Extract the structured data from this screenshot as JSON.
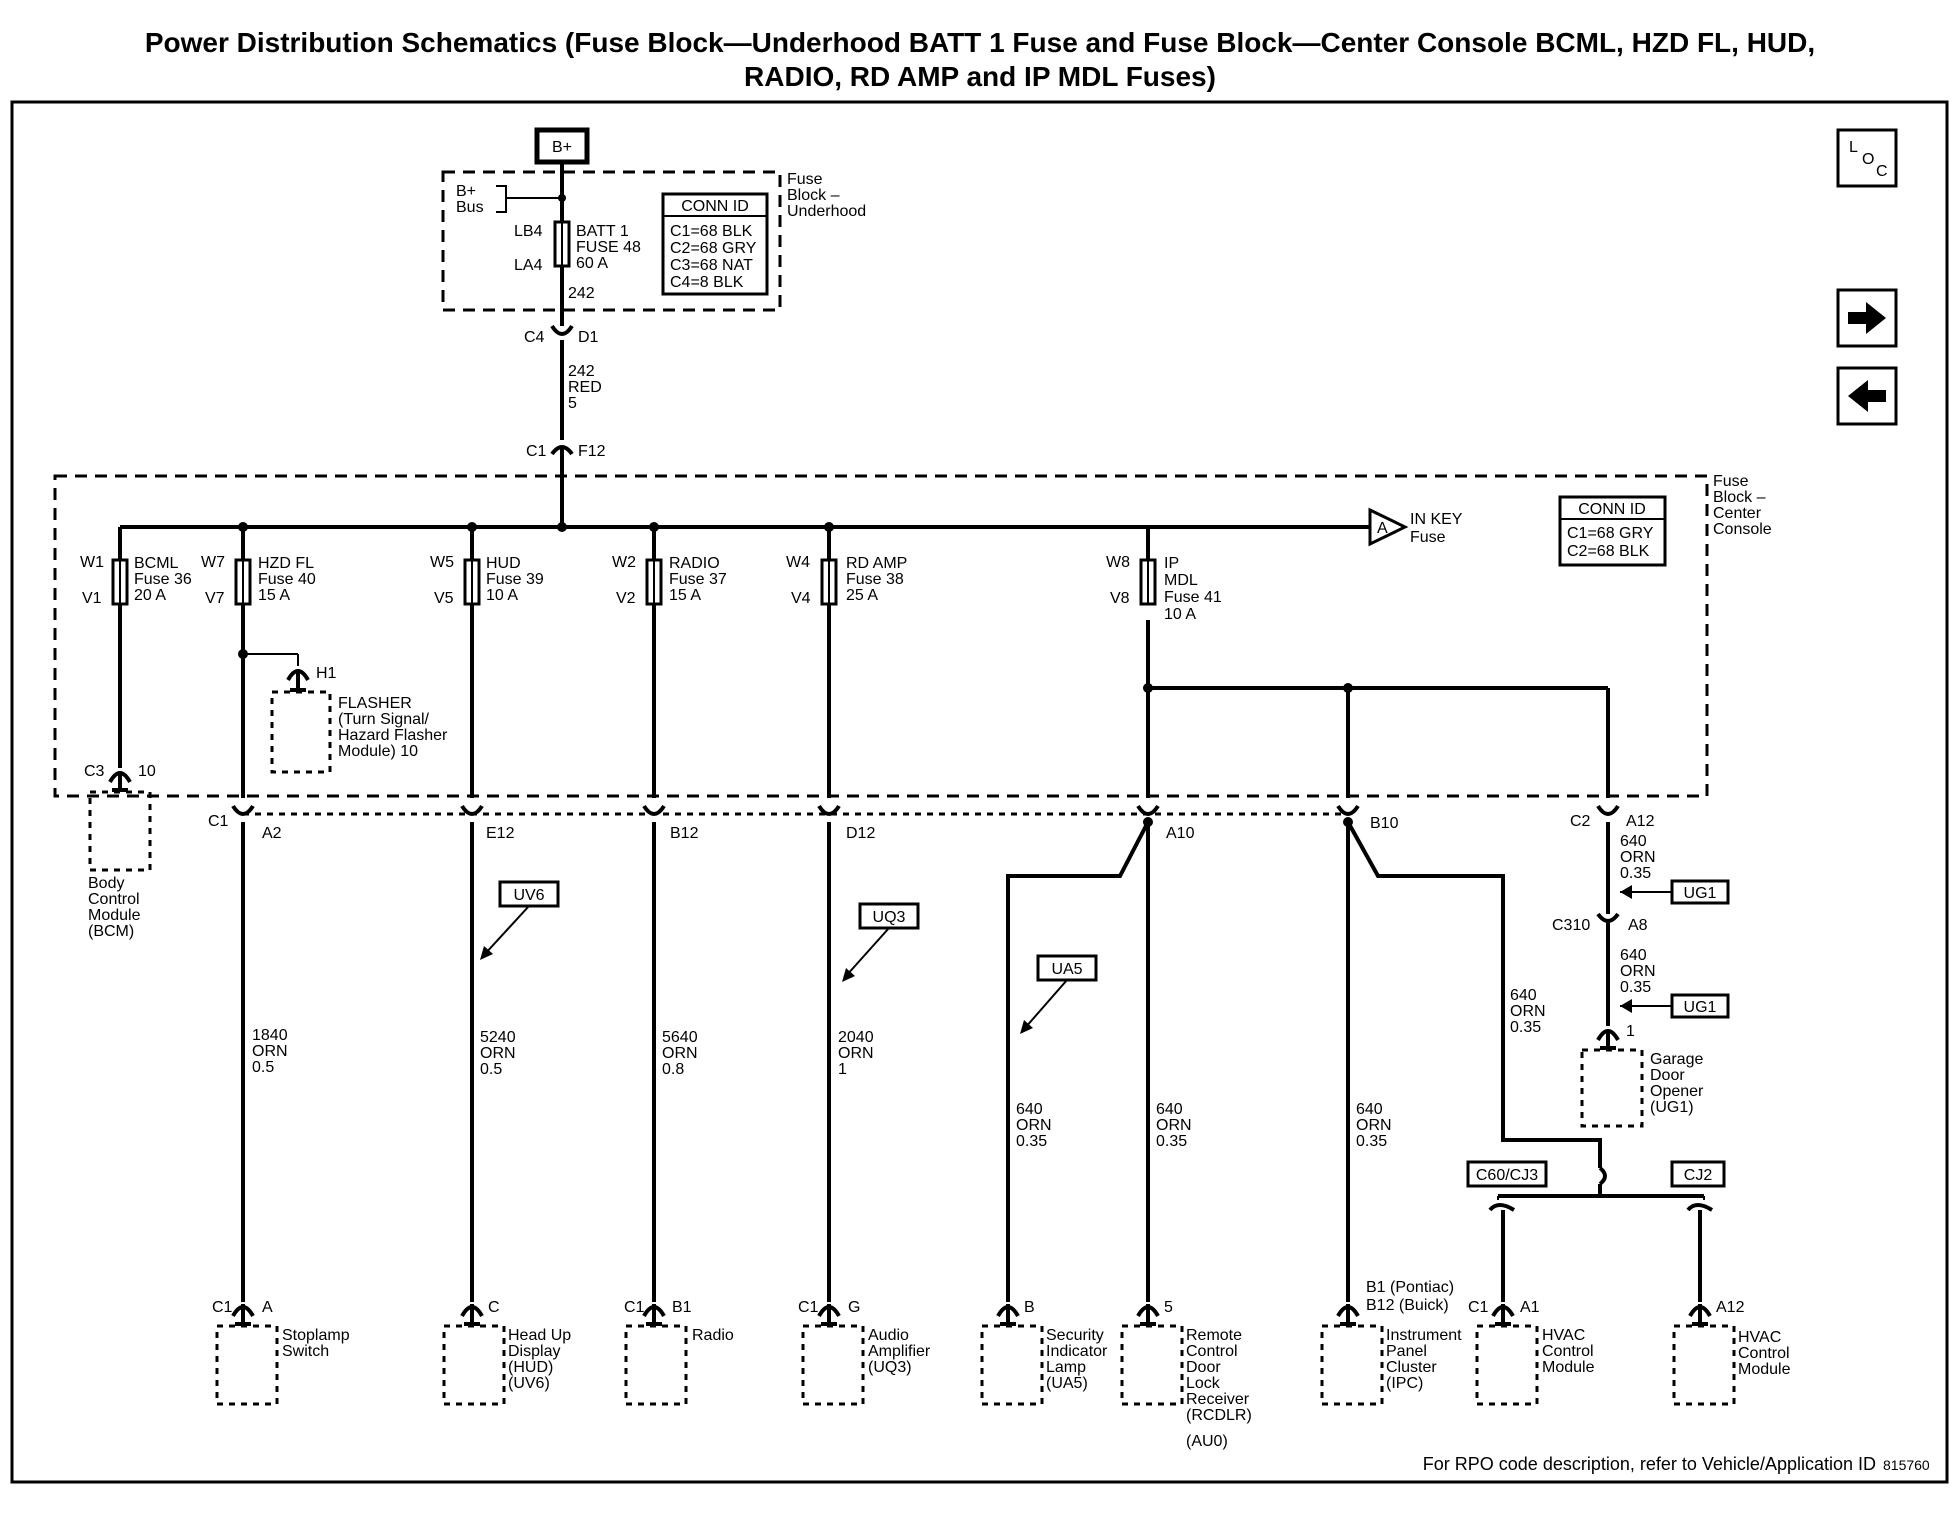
{
  "title": {
    "line1": "Power Distribution Schematics (Fuse Block—Underhood BATT 1 Fuse and Fuse Block—Center Console BCML, HZD FL, HUD,",
    "line2": "RADIO, RD AMP and IP MDL Fuses)"
  },
  "nav": {
    "loc_l": "L",
    "loc_o": "O",
    "loc_c": "C",
    "next_icon": "arrow-right",
    "prev_icon": "arrow-left"
  },
  "source": {
    "label": "B+",
    "bus_1": "B+",
    "bus_2": "Bus"
  },
  "underhood": {
    "label": [
      "Fuse",
      "Block –",
      "Underhood"
    ],
    "conn_title": "CONN ID",
    "conn": [
      "C1=68 BLK",
      "C2=68 GRY",
      "C3=68 NAT",
      "C4=8 BLK"
    ],
    "fuse_top": "LB4",
    "fuse_bottom": "LA4",
    "fuse_label": [
      "BATT 1",
      "FUSE 48",
      "60 A"
    ],
    "wire": "242"
  },
  "conn_c4": {
    "left": "C4",
    "right": "D1"
  },
  "feed_wire": [
    "242",
    "RED",
    "5"
  ],
  "conn_c1": {
    "left": "C1",
    "right": "F12"
  },
  "console": {
    "label": [
      "Fuse",
      "Block –",
      "Center",
      "Console"
    ],
    "conn_title": "CONN ID",
    "conn": [
      "C1=68 GRY",
      "C2=68 BLK"
    ],
    "in_key_letter": "A",
    "in_key": [
      "IN KEY",
      "Fuse"
    ]
  },
  "fuses": [
    {
      "top": "W1",
      "bottom": "V1",
      "label": [
        "BCML",
        "Fuse 36",
        "20 A"
      ]
    },
    {
      "top": "W7",
      "bottom": "V7",
      "label": [
        "HZD FL",
        "Fuse 40",
        "15 A"
      ]
    },
    {
      "top": "W5",
      "bottom": "V5",
      "label": [
        "HUD",
        "Fuse 39",
        "10 A"
      ]
    },
    {
      "top": "W2",
      "bottom": "V2",
      "label": [
        "RADIO",
        "Fuse 37",
        "15 A"
      ]
    },
    {
      "top": "W4",
      "bottom": "V4",
      "label": [
        "RD AMP",
        "Fuse 38",
        "25 A"
      ]
    },
    {
      "top": "W8",
      "bottom": "V8",
      "label": [
        "IP",
        "MDL",
        "Fuse 41",
        "10 A"
      ]
    }
  ],
  "flasher": {
    "pin": "H1",
    "label": [
      "FLASHER",
      "(Turn Signal/",
      "Hazard Flasher",
      "Module) 10"
    ]
  },
  "bcm": {
    "conn": "C3",
    "pin": "10",
    "label": [
      "Body",
      "Control",
      "Module",
      "(BCM)"
    ]
  },
  "c1_row": {
    "conn": "C1",
    "pins": [
      "A2",
      "E12",
      "B12",
      "D12",
      "A10",
      "B10"
    ]
  },
  "c2_row": {
    "conn": "C2",
    "pin": "A12"
  },
  "options": {
    "uv6": "UV6",
    "uq3": "UQ3",
    "ua5": "UA5",
    "ug1a": "UG1",
    "ug1b": "UG1",
    "c60": "C60/CJ3",
    "cj2": "CJ2"
  },
  "wires": {
    "stoplamp": [
      "1840",
      "ORN",
      "0.5"
    ],
    "hud": [
      "5240",
      "ORN",
      "0.5"
    ],
    "radio": [
      "5640",
      "ORN",
      "0.8"
    ],
    "amp": [
      "2040",
      "ORN",
      "1"
    ],
    "security": [
      "640",
      "ORN",
      "0.35"
    ],
    "rcdlr": [
      "640",
      "ORN",
      "0.35"
    ],
    "ipc": [
      "640",
      "ORN",
      "0.35"
    ],
    "hvac": [
      "640",
      "ORN",
      "0.35"
    ],
    "garage_upper": [
      "640",
      "ORN",
      "0.35"
    ],
    "garage_lower": [
      "640",
      "ORN",
      "0.35"
    ]
  },
  "c310": {
    "left": "C310",
    "right": "A8"
  },
  "garage": {
    "pin": "1",
    "label": [
      "Garage",
      "Door",
      "Opener",
      "(UG1)"
    ]
  },
  "components": {
    "stoplamp": {
      "conn": "C1",
      "pin": "A",
      "label": [
        "Stoplamp",
        "Switch"
      ]
    },
    "hud": {
      "pin": "C",
      "label": [
        "Head Up",
        "Display",
        "(HUD)",
        "(UV6)"
      ]
    },
    "radio": {
      "conn": "C1",
      "pin": "B1",
      "label": [
        "Radio"
      ]
    },
    "amp": {
      "conn": "C1",
      "pin": "G",
      "label": [
        "Audio",
        "Amplifier",
        "(UQ3)"
      ]
    },
    "security": {
      "pin": "B",
      "label": [
        "Security",
        "Indicator",
        "Lamp",
        "(UA5)"
      ]
    },
    "rcdlr": {
      "pin": "5",
      "label": [
        "Remote",
        "Control",
        "Door",
        "Lock",
        "Receiver",
        "(RCDLR)",
        "(AU0)"
      ]
    },
    "ipc": {
      "pin1": "B1 (Pontiac)",
      "pin2": "B12 (Buick)",
      "label": [
        "Instrument",
        "Panel",
        "Cluster",
        "(IPC)"
      ]
    },
    "hvac1": {
      "conn": "C1",
      "pin": "A1",
      "label": [
        "HVAC",
        "Control",
        "Module"
      ]
    },
    "hvac2": {
      "pin": "A12",
      "label": [
        "HVAC",
        "Control",
        "Module"
      ]
    }
  },
  "footer": {
    "note": "For RPO code description, refer to Vehicle/Application ID",
    "id": "815760"
  }
}
